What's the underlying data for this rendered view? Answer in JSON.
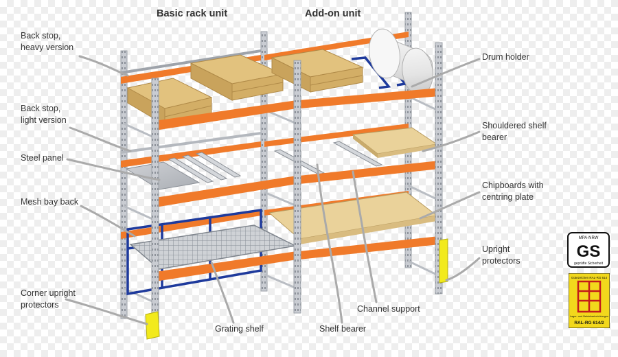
{
  "headers": {
    "basic": "Basic rack unit",
    "addon": "Add-on unit"
  },
  "labels": {
    "back_stop_heavy": [
      "Back stop,",
      "heavy version"
    ],
    "back_stop_light": [
      "Back stop,",
      "light version"
    ],
    "steel_panel": "Steel panel",
    "mesh_bay_back": "Mesh bay back",
    "corner_upright": [
      "Corner upright",
      "protectors"
    ],
    "grating_shelf": "Grating shelf",
    "shelf_bearer": "Shelf bearer",
    "channel_support": "Channel support",
    "drum_holder": "Drum holder",
    "shouldered_bearer": [
      "Shouldered shelf",
      "bearer"
    ],
    "chipboards": [
      "Chipboards with",
      "centring plate"
    ],
    "upright_protectors": [
      "Upright",
      "protectors"
    ]
  },
  "badges": {
    "gs_top": "MPA-NRW",
    "gs_mark": "GS",
    "gs_bottom": "geprüfte Sicherheit",
    "ral_top": "Gütezeichen RAL-RG 614",
    "ral_bottom": "Lager- und Betriebseinrichtungen",
    "ral_code": "RAL-RG 614/2"
  },
  "colors": {
    "beam": "#f07a2a",
    "upright": "#c9ccd2",
    "pallet": "#e2c27e",
    "mesh": "#1e3a9c",
    "protector": "#f2ea1c",
    "chipboard": "#ead29a",
    "leader": "#aaaaaa"
  }
}
